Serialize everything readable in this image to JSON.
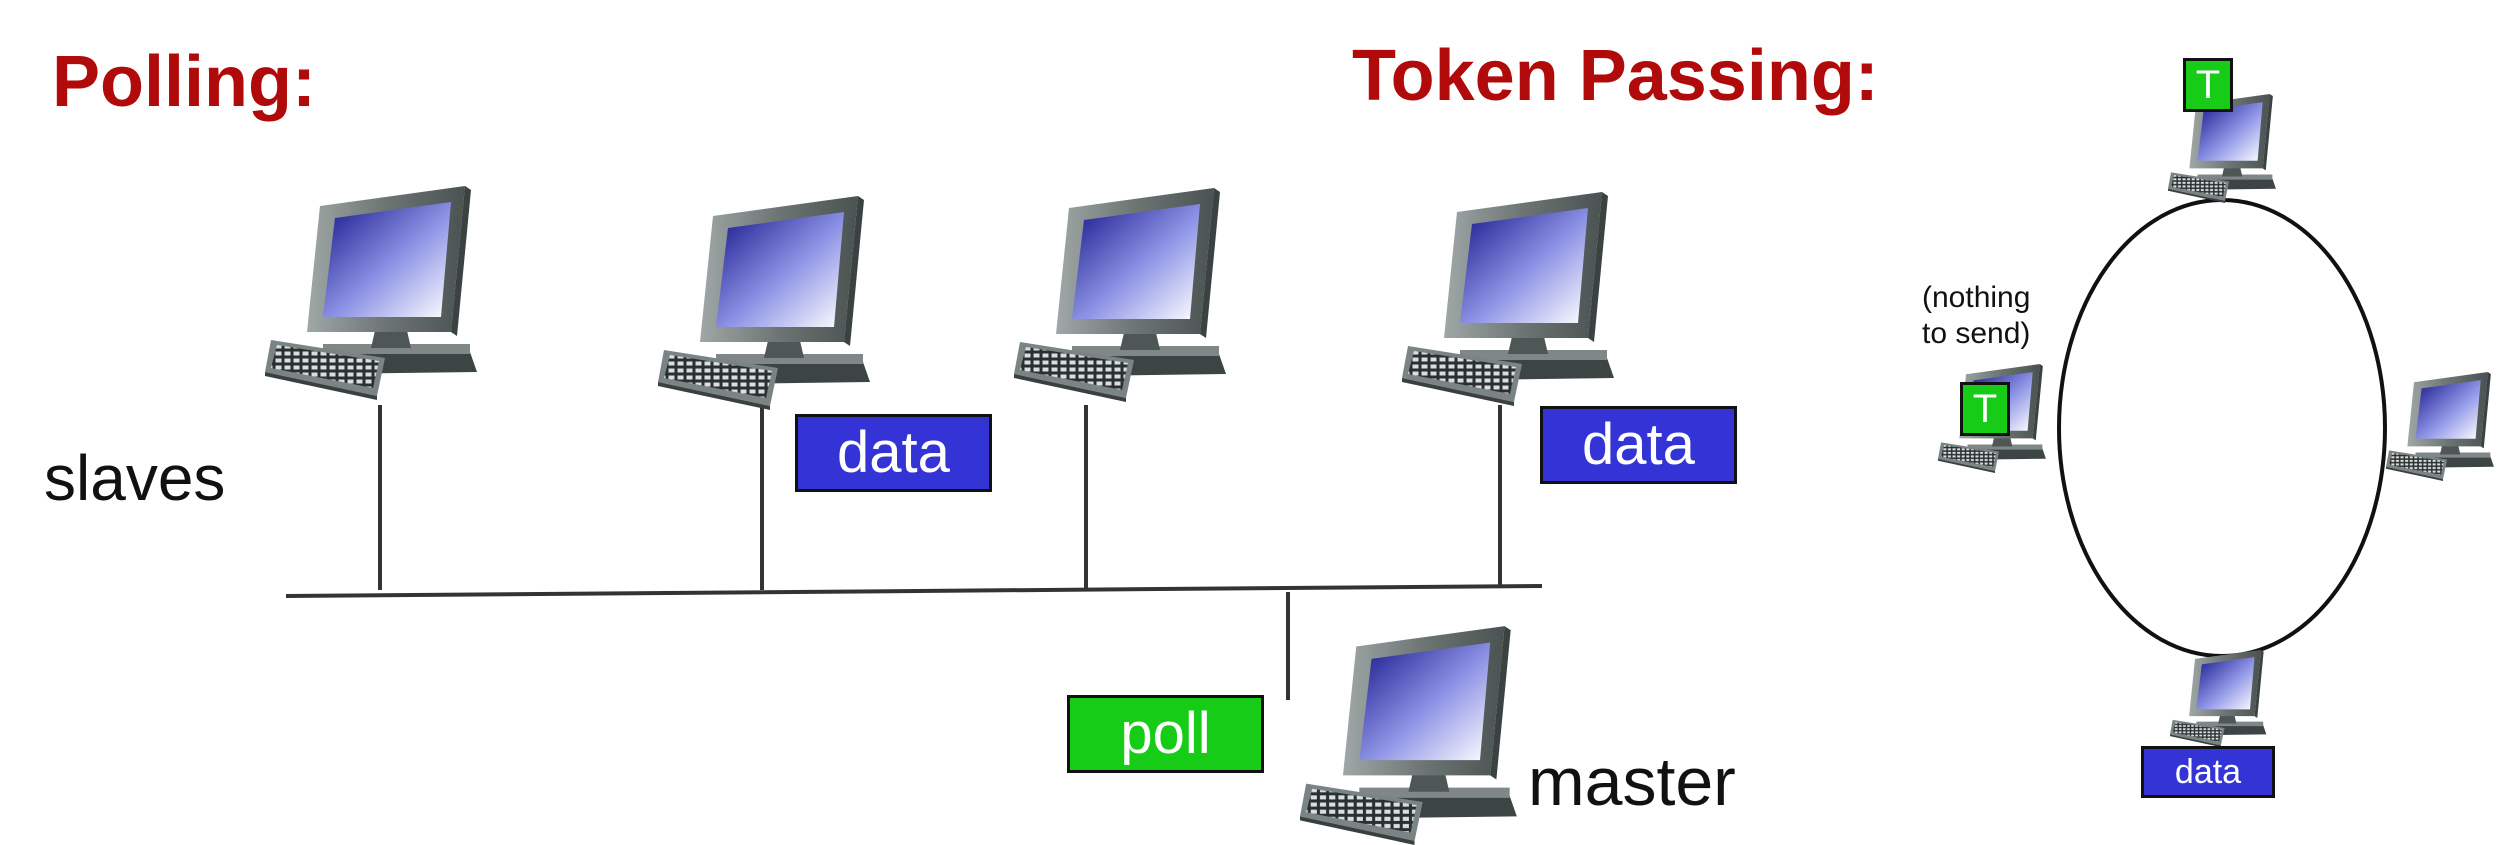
{
  "polling": {
    "heading": "Polling:",
    "slaves_label": "slaves",
    "master_label": "master",
    "poll_tag": "poll",
    "data_tag": "data",
    "colors": {
      "data_tag": "#3434d6",
      "poll_tag": "#16cc16",
      "heading": "#b00a0a"
    }
  },
  "token_passing": {
    "heading": "Token Passing:",
    "token_tag": "T",
    "data_tag": "data",
    "note_line1": "(nothing",
    "note_line2": "to send)",
    "colors": {
      "data_tag": "#3434d6",
      "token_tag": "#16cc16"
    }
  },
  "icons": {
    "computer": "desktop-computer-icon"
  }
}
